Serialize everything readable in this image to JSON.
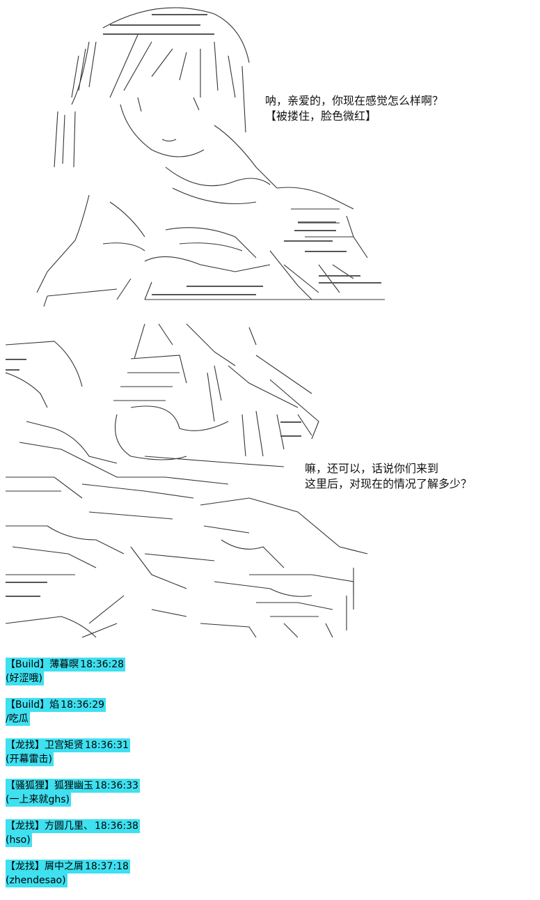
{
  "dialogs": {
    "first": {
      "line1": "呐，亲爱的，你现在感觉怎么样啊？",
      "line2": "【被搂住，脸色微红】"
    },
    "second": {
      "line1": "嘛，还可以，话说你们来到",
      "line2": "这里后，对现在的情况了解多少？"
    }
  },
  "chat": [
    {
      "tag": "【Build】",
      "user": "薄暮暝",
      "time": "18:36:28",
      "text": "(好涩哦)"
    },
    {
      "tag": "【Build】",
      "user": "焰",
      "time": "18:36:29",
      "text": "/吃瓜"
    },
    {
      "tag": "【龙找】",
      "user": "卫宫矩贤",
      "time": "18:36:31",
      "text": "(开幕雷击)"
    },
    {
      "tag": "【骚狐狸】",
      "user": "狐狸幽玉",
      "time": "18:36:33",
      "text": "(一上来就ghs)"
    },
    {
      "tag": "【龙找】",
      "user": "方圆几里、",
      "time": "18:36:38",
      "text": "(hso)"
    },
    {
      "tag": "【龙找】",
      "user": "屑中之屑",
      "time": "18:37:18",
      "text": "(zhendesao)"
    }
  ],
  "colors": {
    "chat_highlight": "#3fe0f0",
    "art_stroke": "#333333"
  }
}
